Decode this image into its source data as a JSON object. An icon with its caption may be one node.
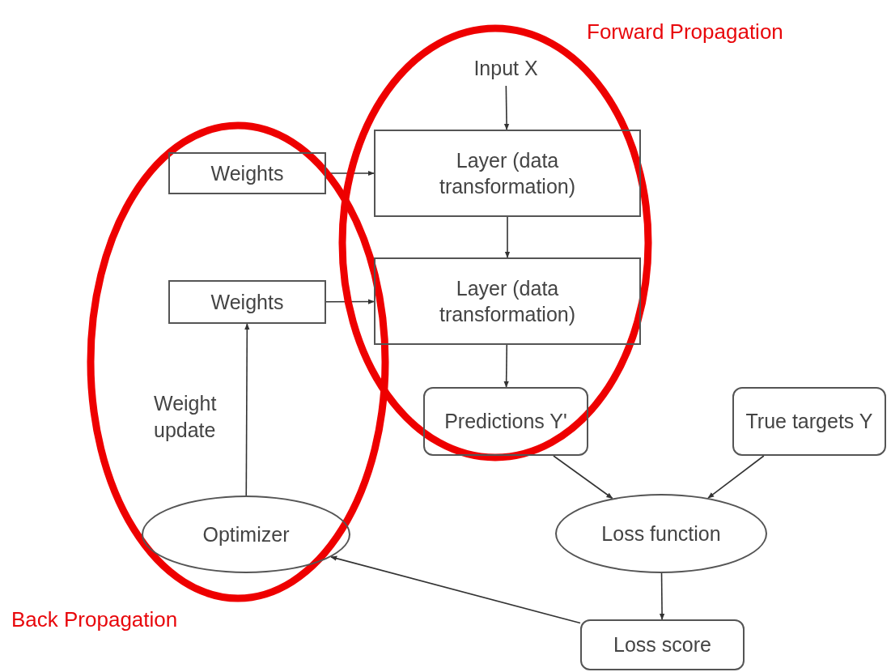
{
  "diagram": {
    "nodes": [
      {
        "text": [
          "Input X"
        ]
      },
      {
        "text": [
          "Weights"
        ]
      },
      {
        "text": [
          "Layer (data transformation)"
        ]
      },
      {
        "text": [
          "Weights"
        ]
      },
      {
        "text": [
          "Layer (data transformation)"
        ]
      },
      {
        "text": [
          "Predictions Y'"
        ]
      },
      {
        "text": [
          "True targets Y"
        ]
      },
      {
        "text": [
          "Optimizer"
        ]
      },
      {
        "text": [
          "Loss function"
        ]
      },
      {
        "text": [
          "Loss score"
        ]
      }
    ],
    "labels": [
      "Forward Propagation",
      "Back Propagation"
    ],
    "edges": [
      {
        "from": 0,
        "to": 2,
        "arrow": "to"
      },
      {
        "from": 1,
        "to": 2,
        "arrow": "to"
      },
      {
        "from": 2,
        "to": 4,
        "arrow": "to"
      },
      {
        "from": 3,
        "to": 4,
        "arrow": "to"
      },
      {
        "from": 4,
        "to": 5,
        "arrow": "to"
      },
      {
        "from": 5,
        "to": 8,
        "arrow": "to"
      },
      {
        "from": 6,
        "to": 8,
        "arrow": "to"
      },
      {
        "from": 8,
        "to": 9,
        "arrow": "to"
      },
      {
        "from": 9,
        "to": 7,
        "arrow": "to"
      },
      {
        "from": 7,
        "to": 3,
        "arrow": "to",
        "label": "Weight update"
      }
    ]
  }
}
